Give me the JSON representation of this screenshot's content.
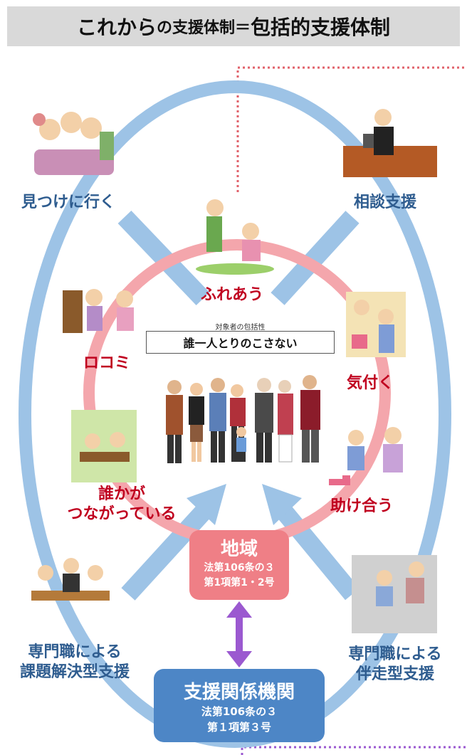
{
  "title": {
    "part1": "これから",
    "part2": "の支援体制＝",
    "part3": "包括的支援体制"
  },
  "labels": {
    "find": "見つけに行く",
    "consult": "相談支援",
    "touch": "ふれあう",
    "word_of_mouth": "ロコミ",
    "notice": "気付く",
    "help": "助け合う",
    "connected_line1": "誰かが",
    "connected_line2": "つながっている",
    "expert_solve_line1": "専門職による",
    "expert_solve_line2": "課題解決型支援",
    "expert_accompany_line1": "専門職による",
    "expert_accompany_line2": "伴走型支援"
  },
  "target": {
    "caption": "対象者の包括性",
    "text": "誰一人とりのこさない"
  },
  "community": {
    "title": "地域",
    "law_line1": "法第106条の３",
    "law_line2": "第1項第1・2号"
  },
  "agency": {
    "title": "支援関係機関",
    "law_line1": "法第106条の３",
    "law_line2": "第１項第３号"
  },
  "colors": {
    "blue_ring": "#9dc3e6",
    "pink_ring": "#f4a6ac",
    "red_text": "#c0001f",
    "blue_text": "#2e5c8f",
    "community_box": "#ef7f86",
    "agency_box": "#4d86c6",
    "purple_arrow": "#9b59d0",
    "dotted_red": "#e0606a"
  }
}
